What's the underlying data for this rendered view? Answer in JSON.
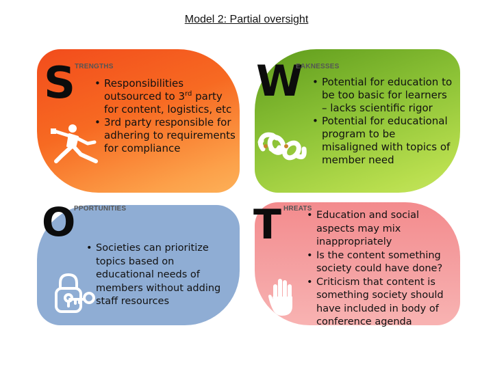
{
  "title": "Model 2: Partial oversight",
  "quadrants": {
    "strengths": {
      "letter": "S",
      "label": "TRENGTHS",
      "color": "#f76a22",
      "icon": "stretching-person-icon",
      "bullet": "•",
      "points": [
        {
          "text": "Responsibilities outsourced to 3",
          "sup": "rd",
          "after": " party for content, logistics, etc"
        },
        {
          "text": "3rd party responsible for adhering to requirements for compliance"
        }
      ]
    },
    "weaknesses": {
      "letter": "W",
      "label": "EAKNESSES",
      "color": "#8cc236",
      "icon": "broken-chain-icon",
      "bullet": "•",
      "points": [
        "Potential for education to be too basic for learners – lacks scientific rigor",
        "Potential for educational program to be misaligned with topics of member need"
      ]
    },
    "opportunities": {
      "letter": "O",
      "label": "PPORTUNITIES",
      "color": "#8fadd4",
      "icon": "padlock-key-icon",
      "bullet": "•",
      "points": [
        "Societies can prioritize topics based on educational needs of members without adding staff resources"
      ]
    },
    "threats": {
      "letter": "T",
      "label": "HREATS",
      "color": "#f5a3a4",
      "icon": "stop-hand-icon",
      "bullet": "•",
      "points": [
        "Education and social aspects may mix inappropriately",
        "Is the content something society could have done?",
        "Criticism that content is something society should have included in body of conference agenda"
      ]
    }
  }
}
